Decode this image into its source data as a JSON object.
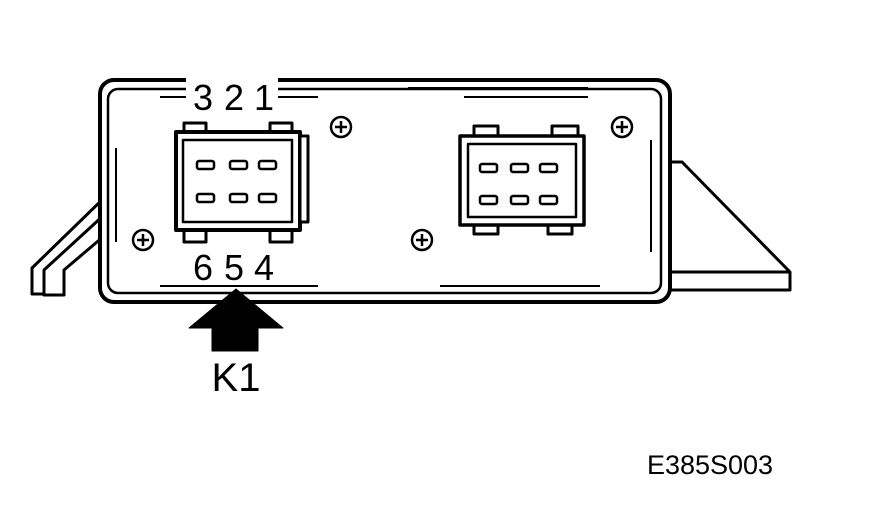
{
  "connector_left": {
    "top_pins": [
      "3",
      "2",
      "1"
    ],
    "bottom_pins": [
      "6",
      "5",
      "4"
    ]
  },
  "arrow": {
    "label": "K1"
  },
  "figure_code": "E385S003"
}
